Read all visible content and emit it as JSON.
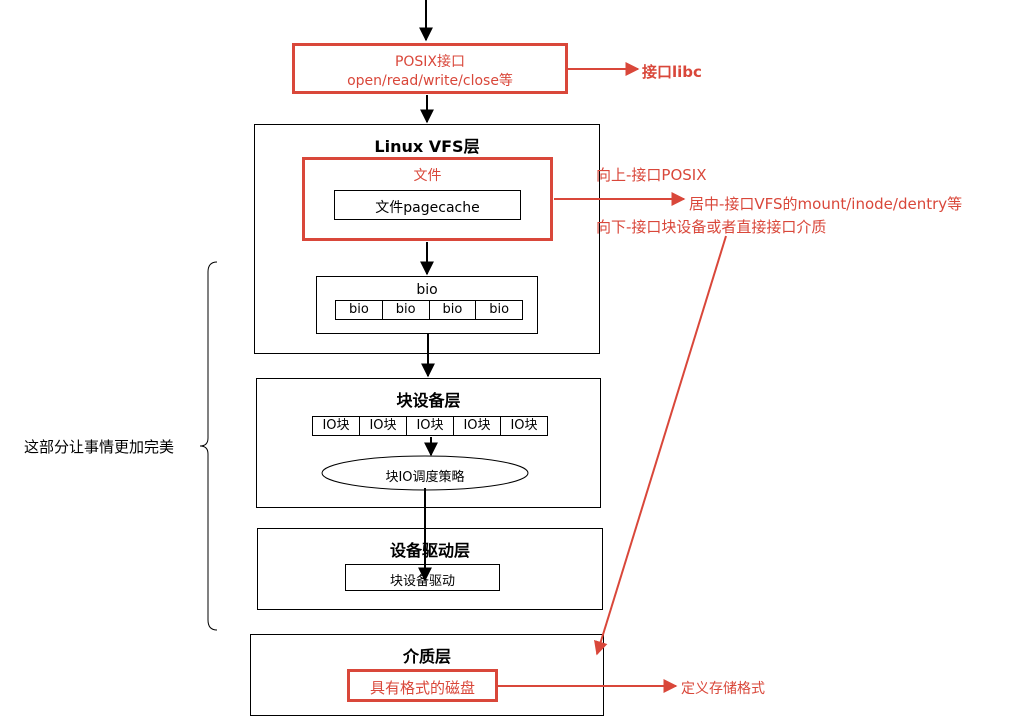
{
  "posix": {
    "line1": "POSIX接口",
    "line2": "open/read/write/close等"
  },
  "libc_label": "接口libc",
  "vfs": {
    "title": "Linux VFS层",
    "file_label": "文件",
    "pagecache_label": "文件pagecache",
    "bio_title": "bio",
    "bio_cells": [
      "bio",
      "bio",
      "bio",
      "bio"
    ]
  },
  "vfs_notes": {
    "up": "向上-接口POSIX",
    "middle": "居中-接口VFS的mount/inode/dentry等",
    "down": "向下-接口块设备或者直接接口介质"
  },
  "block_layer": {
    "title": "块设备层",
    "io_cells": [
      "IO块",
      "IO块",
      "IO块",
      "IO块",
      "IO块"
    ],
    "scheduler": "块IO调度策略"
  },
  "driver_layer": {
    "title": "设备驱动层",
    "driver": "块设备驱动"
  },
  "media_layer": {
    "title": "介质层",
    "disk": "具有格式的磁盘"
  },
  "storage_format_label": "定义存储格式",
  "brace_label": "这部分让事情更加完美",
  "colors": {
    "accent": "#d9473a",
    "line": "#000000"
  }
}
